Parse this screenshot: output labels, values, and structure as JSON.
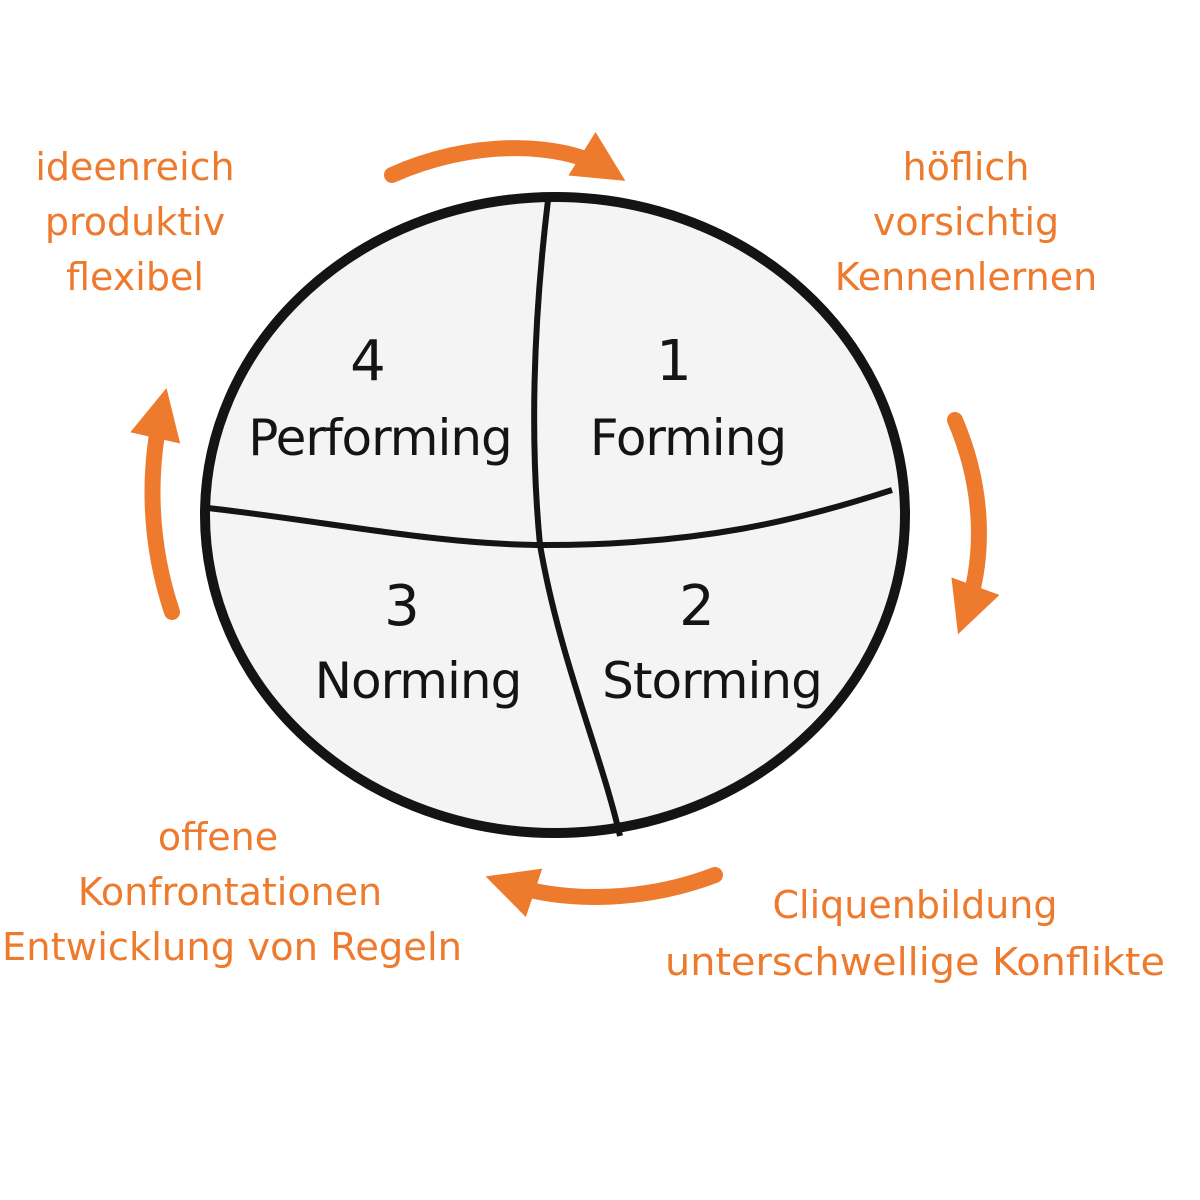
{
  "accent_color": "#ee7a2e",
  "stroke_color": "#141414",
  "circle_fill": "#f4f4f4",
  "phases": {
    "forming": {
      "number": "1",
      "name": "Forming"
    },
    "storming": {
      "number": "2",
      "name": "Storming"
    },
    "norming": {
      "number": "3",
      "name": "Norming"
    },
    "performing": {
      "number": "4",
      "name": "Performing"
    }
  },
  "notes": {
    "forming": [
      "höflich",
      "vorsichtig",
      "Kennenlernen"
    ],
    "storming": [
      "Cliquenbildung",
      "unterschwellige Konflikte"
    ],
    "norming": [
      "offene",
      "Konfrontationen",
      "Entwicklung von Regeln"
    ],
    "performing": [
      "ideenreich",
      "produktiv",
      "flexibel"
    ]
  }
}
